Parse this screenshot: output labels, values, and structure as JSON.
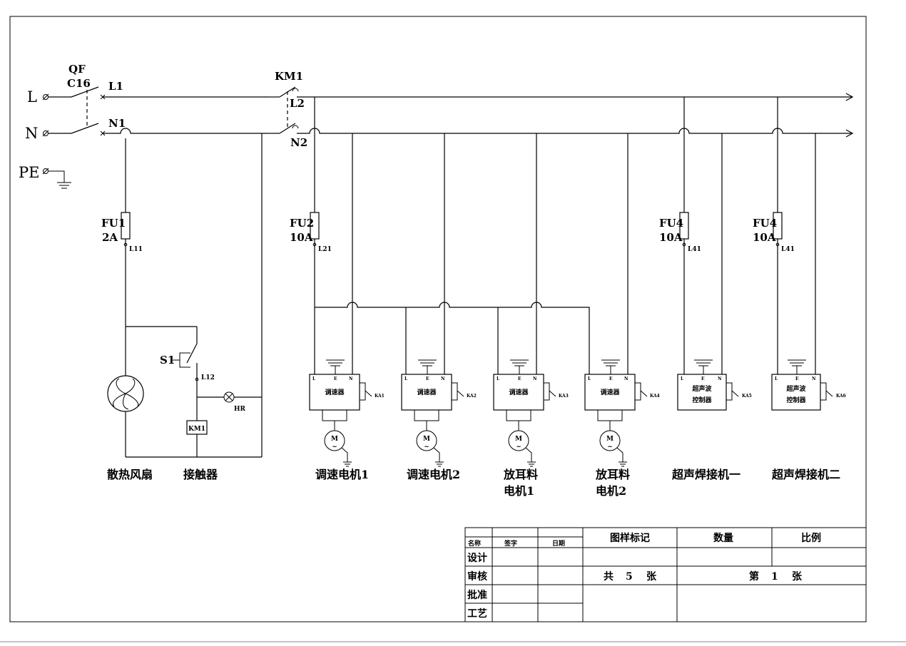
{
  "terminals": {
    "L": "L",
    "N": "N",
    "PE": "PE"
  },
  "breaker": {
    "name": "QF",
    "rating": "C16"
  },
  "contactor_main": {
    "name": "KM1"
  },
  "nodes": {
    "L1": "L1",
    "N1": "N1",
    "L2": "L2",
    "N2": "N2",
    "L11": "L11",
    "L12": "L12",
    "L21": "L21",
    "L41a": "L41",
    "L41b": "L41"
  },
  "fuses": [
    {
      "name": "FU1",
      "rating": "2A"
    },
    {
      "name": "FU2",
      "rating": "10A"
    },
    {
      "name": "FU4",
      "rating": "10A"
    },
    {
      "name": "FU4",
      "rating": "10A"
    }
  ],
  "control": {
    "switch": "S1",
    "coil": "KM1",
    "lamp": "HR"
  },
  "terminal_letters": {
    "l": "L",
    "e": "E",
    "n": "N"
  },
  "motor": {
    "letter": "M",
    "wave": "~"
  },
  "units": [
    {
      "line1": "调速器",
      "line2": "",
      "relay": "KA1"
    },
    {
      "line1": "调速器",
      "line2": "",
      "relay": "KA2"
    },
    {
      "line1": "调速器",
      "line2": "",
      "relay": "KA3"
    },
    {
      "line1": "调速器",
      "line2": "",
      "relay": "KA4"
    },
    {
      "line1": "超声波",
      "line2": "控制器",
      "relay": "KA5"
    },
    {
      "line1": "超声波",
      "line2": "控制器",
      "relay": "KA6"
    }
  ],
  "captions": {
    "fan": "散热风扇",
    "contactor": "接触器",
    "motor1": "调速电机1",
    "motor2": "调速电机2",
    "motor3_l1": "放耳料",
    "motor3_l2": "电机1",
    "motor4_l1": "放耳料",
    "motor4_l2": "电机2",
    "weld1": "超声焊接机一",
    "weld2": "超声焊接机二"
  },
  "title_block": {
    "name": "名称",
    "signature": "签字",
    "date": "日期",
    "design": "设计",
    "review": "审核",
    "approve": "批准",
    "process": "工艺",
    "drawing_mark": "图样标记",
    "quantity": "数量",
    "scale": "比例",
    "total_label": "共",
    "total_count": "5",
    "sheet_unit": "张",
    "sheet_label": "第",
    "sheet_no": "1",
    "sheet_unit2": "张"
  }
}
